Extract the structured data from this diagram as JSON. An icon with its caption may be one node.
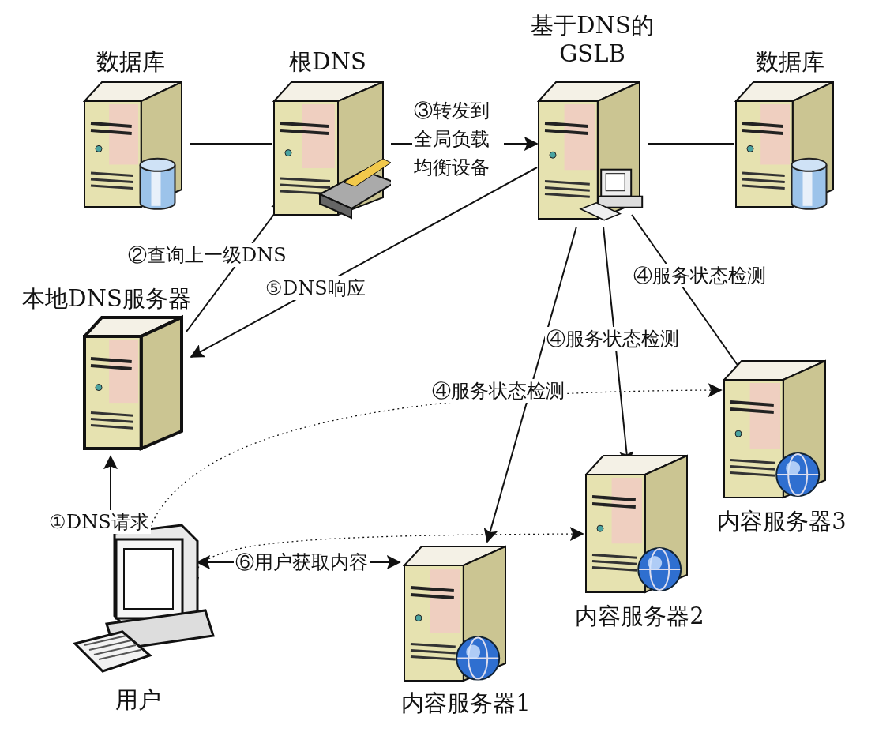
{
  "diagram": {
    "nodes": [
      {
        "text": [
          "数据库"
        ]
      },
      {
        "text": [
          "根DNS"
        ]
      },
      {
        "text": [
          "基于DNS的GSLB"
        ]
      },
      {
        "text": [
          "数据库"
        ]
      },
      {
        "text": [
          "本地DNS服务器"
        ]
      },
      {
        "text": [
          "用户"
        ]
      },
      {
        "text": [
          "内容服务器1"
        ]
      },
      {
        "text": [
          "内容服务器2"
        ]
      },
      {
        "text": [
          "内容服务器3"
        ]
      }
    ],
    "edges": [
      {
        "from": 0,
        "to": 1,
        "arrow": "none"
      },
      {
        "from": 1,
        "to": 2,
        "arrow": "to",
        "label": "③转发到全局负载均衡设备"
      },
      {
        "from": 2,
        "to": 3,
        "arrow": "none"
      },
      {
        "from": 4,
        "to": 1,
        "arrow": "to",
        "label": "②查询上一级DNS"
      },
      {
        "from": 2,
        "to": 4,
        "arrow": "to",
        "label": "⑤DNS响应"
      },
      {
        "from": 5,
        "to": 4,
        "arrow": "to",
        "label": "①DNS请求"
      },
      {
        "from": 2,
        "to": 6,
        "arrow": "to",
        "label": "④服务状态检测"
      },
      {
        "from": 2,
        "to": 7,
        "arrow": "to",
        "label": "④服务状态检测"
      },
      {
        "from": 2,
        "to": 8,
        "arrow": "to",
        "label": "④服务状态检测"
      },
      {
        "from": 5,
        "to": 8,
        "arrow": "both",
        "style": "dashed"
      },
      {
        "from": 5,
        "to": 7,
        "arrow": "both",
        "style": "dashed"
      },
      {
        "from": 5,
        "to": 6,
        "arrow": "both",
        "label": "⑥用户获取内容"
      }
    ]
  }
}
